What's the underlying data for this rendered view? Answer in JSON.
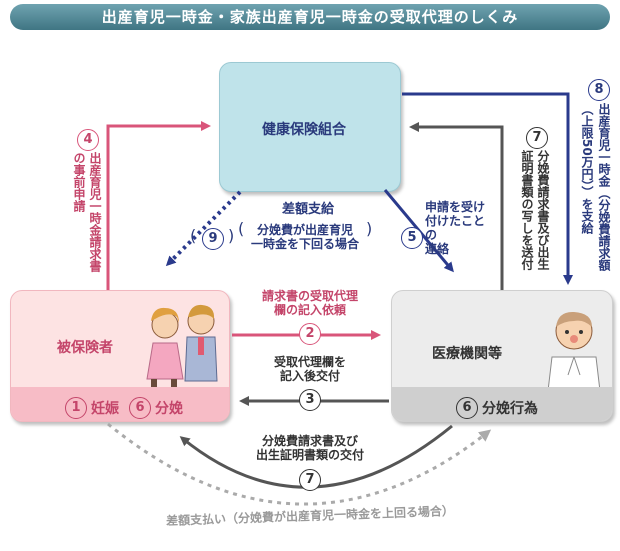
{
  "title": "出産育児一時金・家族出産育児一時金の受取代理のしくみ",
  "nodes": {
    "kenko": "健康保険組合",
    "hiho": "被保険者",
    "iryo": "医療機関等"
  },
  "hiho_foot": {
    "n1": "1",
    "t1": "妊娠",
    "n6": "6",
    "t6": "分娩"
  },
  "iryo_foot": {
    "n6": "6",
    "t6": "分娩行為"
  },
  "steps": {
    "s2": {
      "num": "2",
      "text1": "請求書の受取代理",
      "text2": "欄の記入依頼"
    },
    "s3": {
      "num": "3",
      "text1": "受取代理欄を",
      "text2": "記入後交付"
    },
    "s4": {
      "num": "4",
      "col1": "出産育児一時金請求書",
      "col2": "の事前申請"
    },
    "s5": {
      "num": "5",
      "col1": "申請を受け",
      "col2": "付けたことの",
      "col3": "連絡"
    },
    "s7a": {
      "num": "7",
      "col1": "分娩費請求書及び出生",
      "col2": "証明書類の写しを送付"
    },
    "s7b": {
      "num": "7",
      "text1": "分娩費請求書及び",
      "text2": "出生証明書類の交付"
    },
    "s8": {
      "num": "8",
      "col1": "出産育児一時金（分娩費請求額",
      "col2": "（上限50万円））を支給"
    },
    "s9": {
      "num": "9",
      "title": "差額支給",
      "text1": "分娩費が出産育児",
      "text2": "一時金を下回る場合"
    },
    "bottom": "差額支払い（分娩費が出産育児一時金を上回る場合）"
  },
  "colors": {
    "pink": "#d9557a",
    "navy": "#2a3a8c",
    "gray": "#555555",
    "lightgray": "#aaaaaa"
  }
}
